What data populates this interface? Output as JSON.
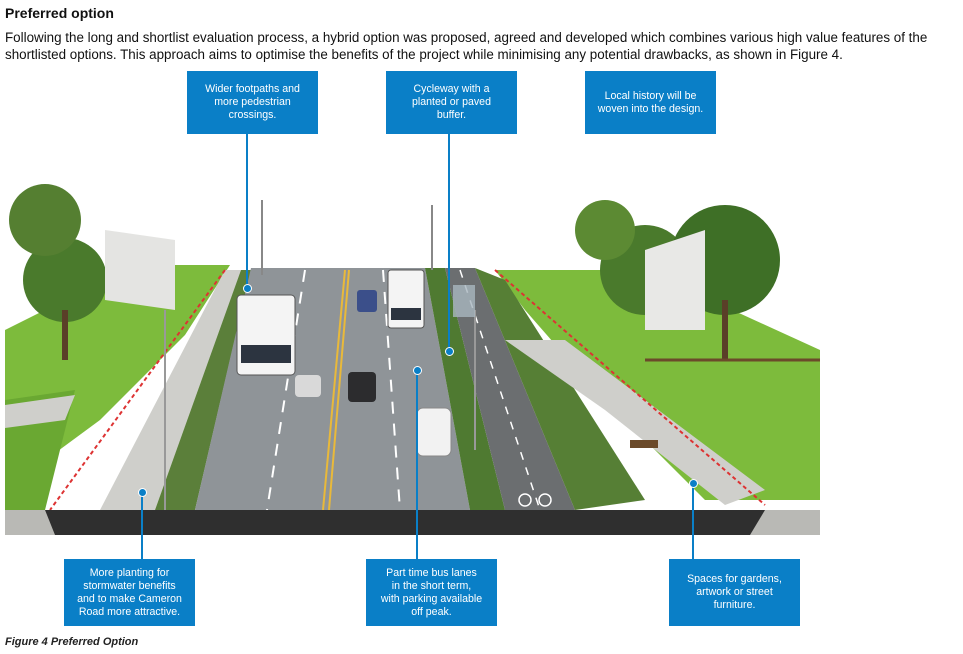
{
  "document": {
    "heading": "Preferred option",
    "paragraph": "Following the long and shortlist evaluation process, a hybrid option was proposed, agreed and developed which combines various high value features of the shortlisted options. This approach aims to optimise the benefits of the project while minimising any potential drawbacks, as shown in Figure 4.",
    "caption": "Figure 4 Preferred Option"
  },
  "callouts": {
    "footpaths": [
      "Wider footpaths and",
      "more pedestrian",
      "crossings."
    ],
    "cycleway": [
      "Cycleway with a",
      "planted or paved",
      "buffer."
    ],
    "history": [
      "Local history will be",
      "woven into the design."
    ],
    "planting": [
      "More planting for",
      "stormwater benefits",
      "and to make Cameron",
      "Road more attractive."
    ],
    "buslanes": [
      "Part time bus lanes",
      "in the short term,",
      "with parking available",
      "off peak."
    ],
    "gardens": [
      "Spaces for gardens,",
      "artwork or street",
      "furniture."
    ]
  },
  "colors": {
    "callout_blue": "#0a7fc7",
    "grass": "#7dbb3c",
    "road": "#8f9498",
    "footpath": "#c9c9c6",
    "cycleway": "#6b6e70"
  }
}
